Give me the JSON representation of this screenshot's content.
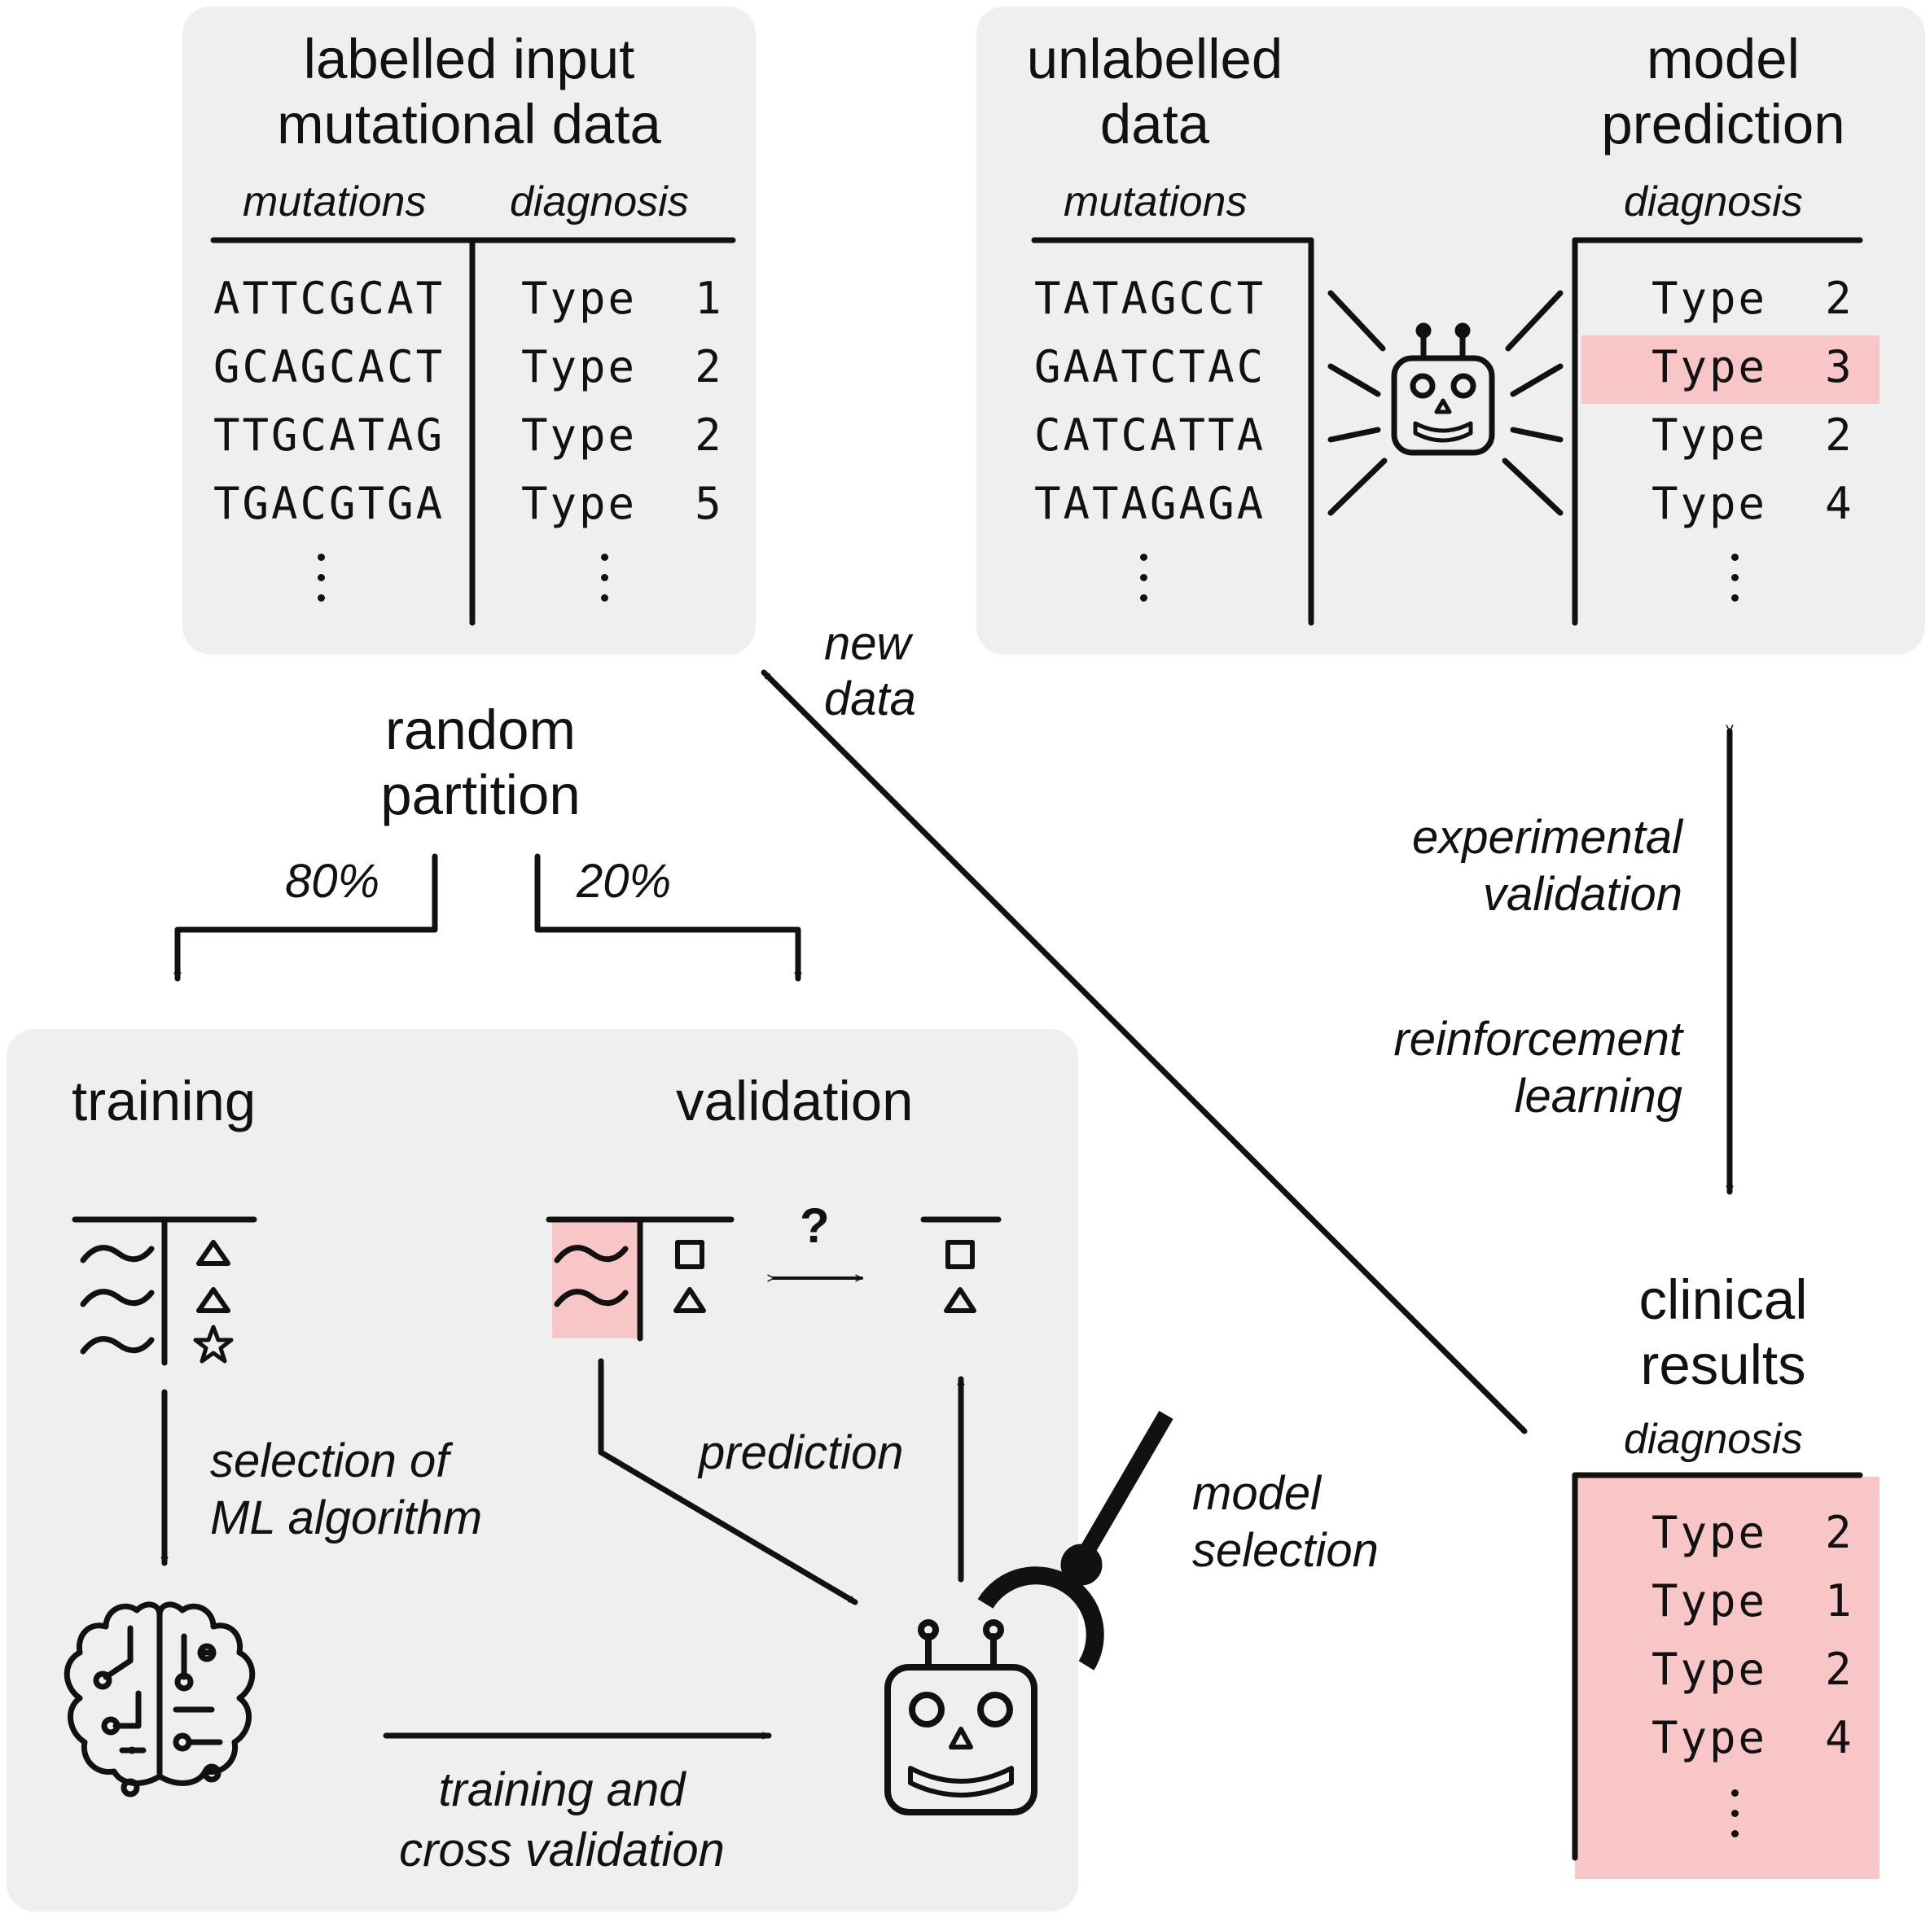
{
  "labelled_panel": {
    "title_line1": "labelled input",
    "title_line2": "mutational data",
    "col_mutations": "mutations",
    "col_diagnosis": "diagnosis",
    "rows": [
      {
        "seq": "ATTCGCAT",
        "type": "Type  1"
      },
      {
        "seq": "GCAGCACT",
        "type": "Type  2"
      },
      {
        "seq": "TTGCATAG",
        "type": "Type  2"
      },
      {
        "seq": "TGACGTGA",
        "type": "Type  5"
      }
    ]
  },
  "unlabelled_panel": {
    "title_line1": "unlabelled",
    "title_line2": "data",
    "col_mutations": "mutations",
    "rows": [
      "TATAGCCT",
      "GAATCTAC",
      "CATCATTA",
      "TATAGAGA"
    ]
  },
  "prediction_panel": {
    "title_line1": "model",
    "title_line2": "prediction",
    "col_diagnosis": "diagnosis",
    "rows": [
      "Type  2",
      "Type  3",
      "Type  2",
      "Type  4"
    ],
    "highlighted_row": 1
  },
  "partition": {
    "title_line1": "random",
    "title_line2": "partition",
    "left_pct": "80%",
    "right_pct": "20%"
  },
  "new_data": {
    "line1": "new",
    "line2": "data"
  },
  "loop_labels": {
    "experimental_line1": "experimental",
    "experimental_line2": "validation",
    "reinforcement_line1": "reinforcement",
    "reinforcement_line2": "learning"
  },
  "training_panel": {
    "training_title": "training",
    "validation_title": "validation",
    "question_mark": "?",
    "selection_line1": "selection of",
    "selection_line2": "ML algorithm",
    "prediction_label": "prediction",
    "train_cv_line1": "training and",
    "train_cv_line2": "cross validation"
  },
  "model_selection": {
    "line1": "model",
    "line2": "selection"
  },
  "clinical_panel": {
    "title_line1": "clinical",
    "title_line2": "results",
    "col_diagnosis": "diagnosis",
    "rows": [
      "Type  2",
      "Type  1",
      "Type  2",
      "Type  4"
    ]
  },
  "colors": {
    "panel_bg": "#efefef",
    "highlight": "#f8c6c6",
    "ink": "#111111"
  },
  "icons": [
    "robot-icon",
    "brain-circuit-icon",
    "magnifier-handle-icon",
    "triangle-icon",
    "square-icon",
    "star-icon",
    "wave-icon"
  ]
}
